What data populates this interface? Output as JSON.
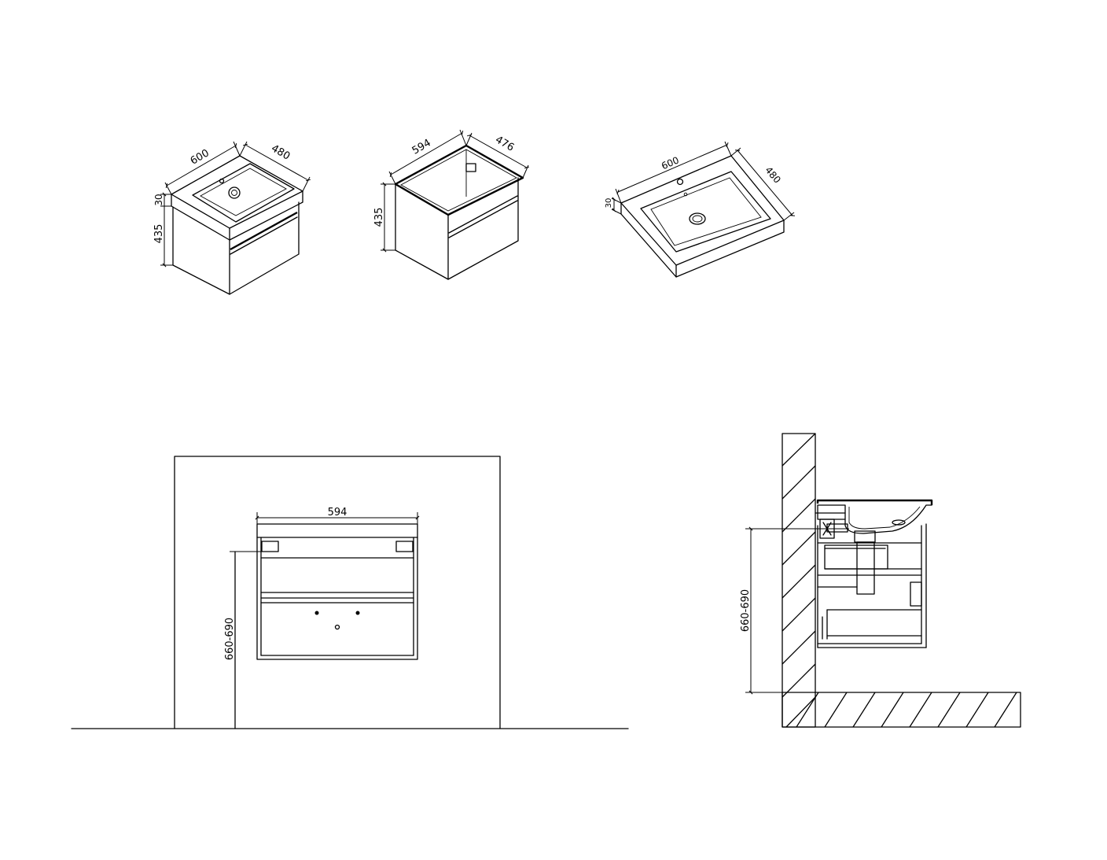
{
  "colors": {
    "line": "#000000",
    "background": "#ffffff"
  },
  "views": {
    "iso_cabinet_with_basin": {
      "width_label": "600",
      "depth_label": "480",
      "top_thickness_label": "30",
      "cabinet_height_label": "435"
    },
    "iso_cabinet": {
      "width_label": "594",
      "depth_label": "476",
      "height_label": "435"
    },
    "iso_basin": {
      "width_label": "600",
      "depth_label": "480",
      "thickness_label": "30"
    },
    "front_elevation": {
      "width_label": "594",
      "mount_height_label": "660-690"
    },
    "side_section": {
      "mount_height_label": "660-690"
    }
  }
}
